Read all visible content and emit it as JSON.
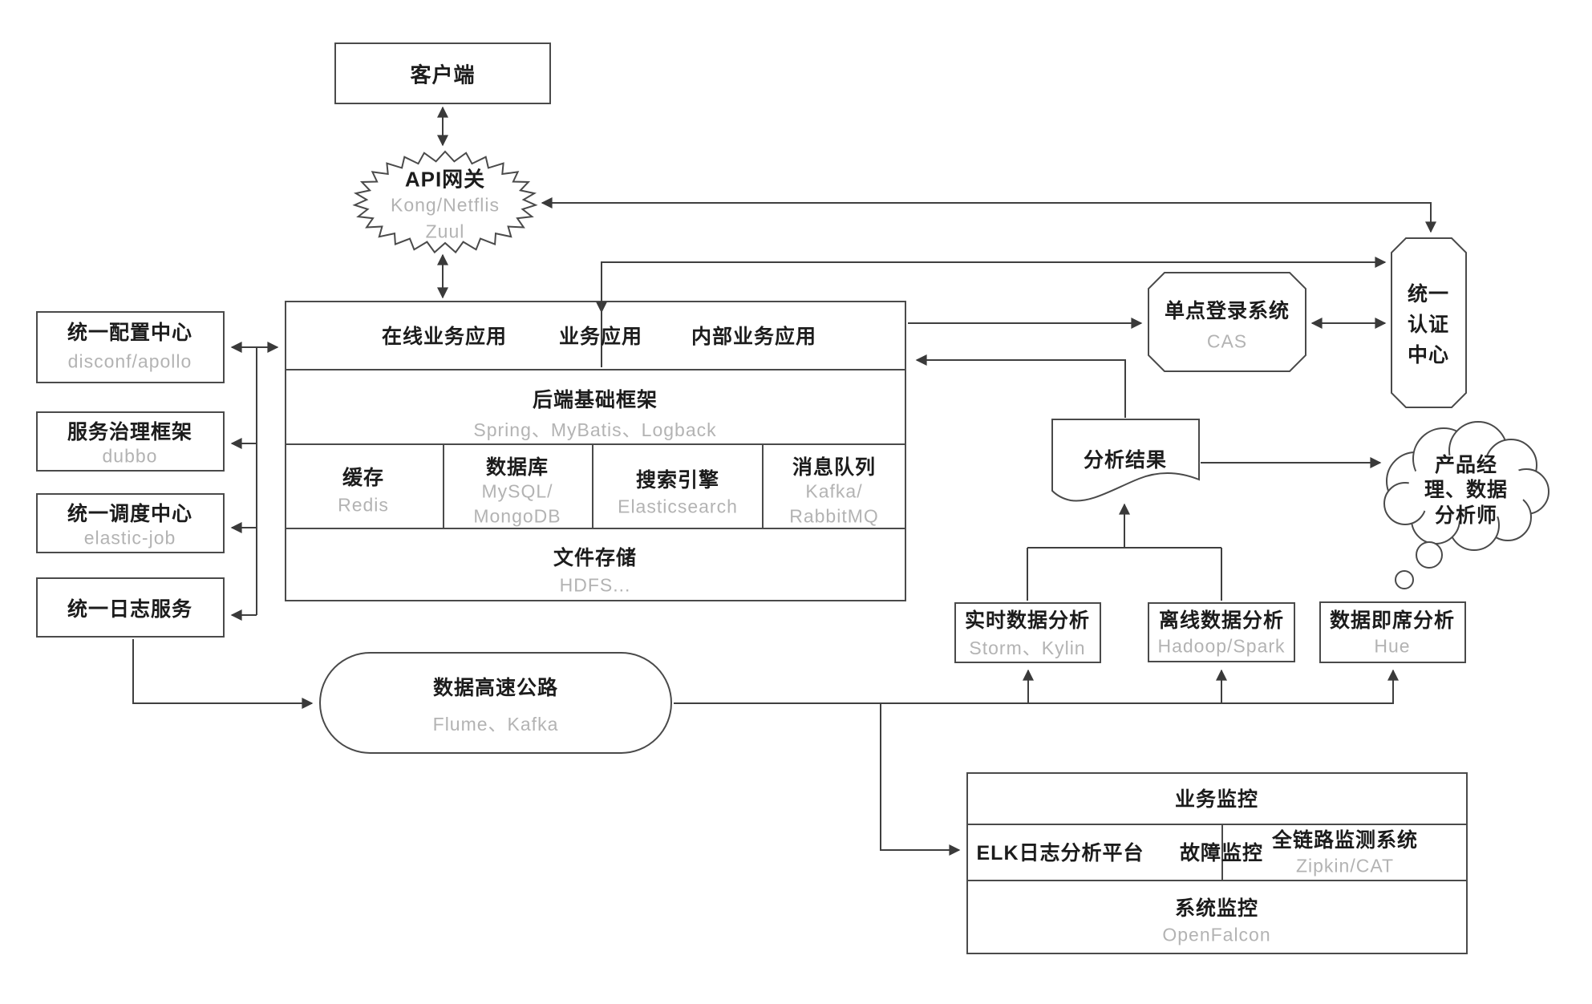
{
  "diagram_title": "microservice-architecture-diagram",
  "nodes": {
    "client": {
      "label": "客户端"
    },
    "api_gateway": {
      "label": "API网关",
      "sub1": "Kong/Netflis",
      "sub2": "Zuul"
    },
    "config_center": {
      "label": "统一配置中心",
      "sub": "disconf/apollo"
    },
    "service_governance": {
      "label": "服务治理框架",
      "sub": "dubbo"
    },
    "scheduling_center": {
      "label": "统一调度中心",
      "sub": "elastic-job"
    },
    "log_service": {
      "label": "统一日志服务"
    },
    "app_layer": {
      "online": "在线业务应用",
      "business": "业务应用",
      "internal": "内部业务应用"
    },
    "backend_framework": {
      "label": "后端基础框架",
      "sub": "Spring、MyBatis、Logback"
    },
    "cache": {
      "label": "缓存",
      "sub": "Redis"
    },
    "database": {
      "label": "数据库",
      "sub1": "MySQL/",
      "sub2": "MongoDB"
    },
    "search_engine": {
      "label": "搜索引擎",
      "sub": "Elasticsearch"
    },
    "message_queue": {
      "label": "消息队列",
      "sub1": "Kafka/",
      "sub2": "RabbitMQ"
    },
    "file_storage": {
      "label": "文件存储",
      "sub": "HDFS..."
    },
    "sso": {
      "label": "单点登录系统",
      "sub": "CAS"
    },
    "auth_center": {
      "line1": "统一",
      "line2": "认证",
      "line3": "中心"
    },
    "analysis_result": {
      "label": "分析结果"
    },
    "realtime_analysis": {
      "label": "实时数据分析",
      "sub": "Storm、Kylin"
    },
    "offline_analysis": {
      "label": "离线数据分析",
      "sub": "Hadoop/Spark"
    },
    "adhoc_analysis": {
      "label": "数据即席分析",
      "sub": "Hue"
    },
    "stakeholders": {
      "line1": "产品经",
      "line2": "理、数据",
      "line3": "分析师"
    },
    "data_highway": {
      "label": "数据高速公路",
      "sub": "Flume、Kafka"
    },
    "monitoring": {
      "business": "业务监控",
      "elk": "ELK日志分析平台",
      "fault": "故障监控",
      "fulllink": "全链路监测系统",
      "fulllink_sub": "Zipkin/CAT",
      "system": "系统监控",
      "system_sub": "OpenFalcon"
    }
  },
  "colors": {
    "line": "#3f3f3f",
    "border": "#4a4a4a",
    "text": "#1c1c1c",
    "muted": "#b3b3b3",
    "background": "#ffffff"
  }
}
